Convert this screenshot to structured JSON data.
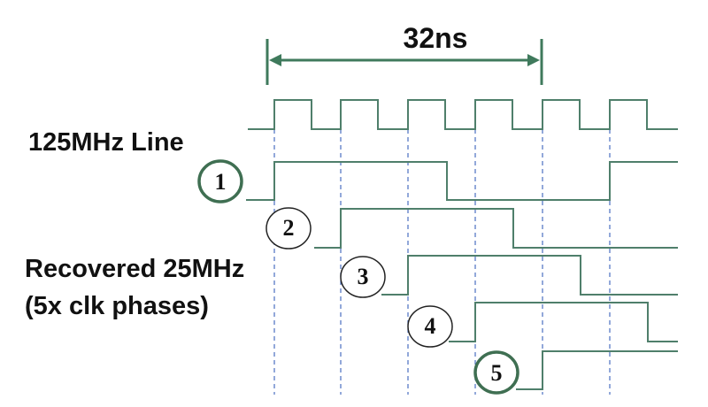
{
  "period_label": "32ns",
  "line_label": "125MHz Line",
  "recovered_label_line1": "Recovered 25MHz",
  "recovered_label_line2": "(5x clk phases)",
  "phases": [
    "1",
    "2",
    "3",
    "4",
    "5"
  ],
  "colors": {
    "trace": "#4f7f6b",
    "arrow": "#3f7a5c",
    "marker": "#4a6fc0",
    "highlight_circle": "#3f6f52",
    "plain_circle": "#222222"
  }
}
